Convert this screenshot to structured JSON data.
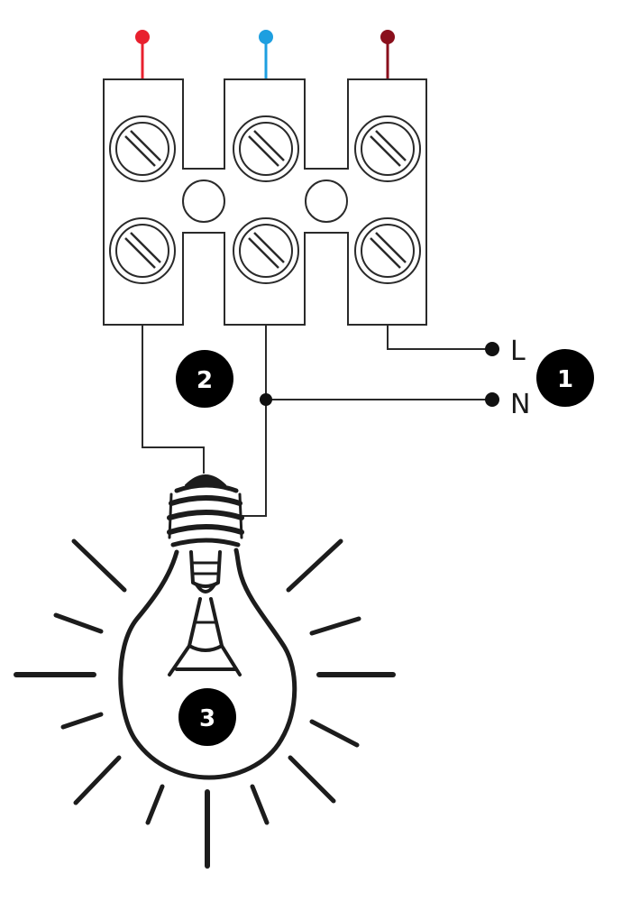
{
  "terminal_block": {
    "top_pins": [
      {
        "color": "#e8202e"
      },
      {
        "color": "#1e9fe0"
      },
      {
        "color": "#8a0f1c"
      }
    ]
  },
  "mains": {
    "live_label": "L",
    "neutral_label": "N"
  },
  "badges": {
    "mains_number": "1",
    "wiring_number": "2",
    "bulb_number": "3"
  },
  "colors": {
    "line": "#2a2a2a",
    "badge_fill": "#000000",
    "badge_text": "#ffffff"
  }
}
